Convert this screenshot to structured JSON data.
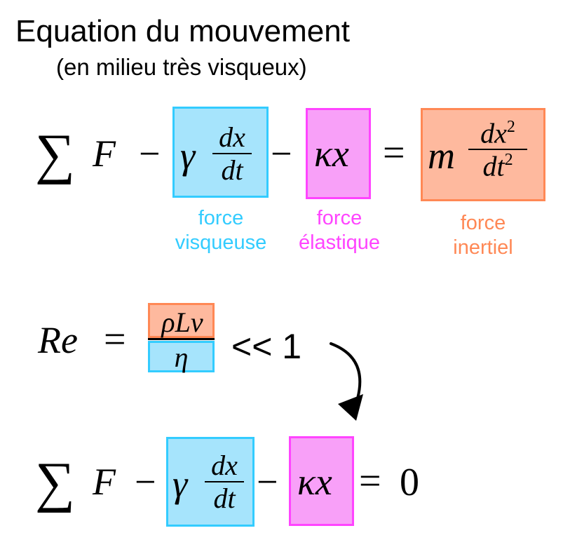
{
  "title": "Equation du mouvement",
  "subtitle": "(en milieu très visqueux)",
  "colors": {
    "visquous": "#33ccff",
    "visquous_fill": "#a6e4fc",
    "elastic": "#ff44ff",
    "elastic_fill": "#f8a0f8",
    "inertial": "#ff8855",
    "inertial_fill": "#feb99e"
  },
  "eq1": {
    "sum": "∑",
    "F": "F",
    "minus1": "−",
    "gamma": "γ",
    "dx": "dx",
    "dt": "dt",
    "minus2": "−",
    "kappa_x": "κx",
    "equals": "=",
    "m": "m",
    "dx_base": "dx",
    "dx_exp": "2",
    "dt_base": "dt",
    "dt_exp": "2"
  },
  "labels": {
    "visq_line1": "force",
    "visq_line2": "visqueuse",
    "elast_line1": "force",
    "elast_line2": "élastique",
    "inert_line1": "force",
    "inert_line2": "inertiel"
  },
  "reynolds": {
    "Re": "Re",
    "equals": "=",
    "numerator": "ρLv",
    "denominator": "η",
    "comparison": "<< 1"
  },
  "eq2": {
    "sum": "∑",
    "F": "F",
    "minus1": "−",
    "gamma": "γ",
    "dx": "dx",
    "dt": "dt",
    "minus2": "−",
    "kappa_x": "κx",
    "equals": "=",
    "zero": "0"
  },
  "icons": {
    "arrow": "curved-arrow-icon"
  }
}
